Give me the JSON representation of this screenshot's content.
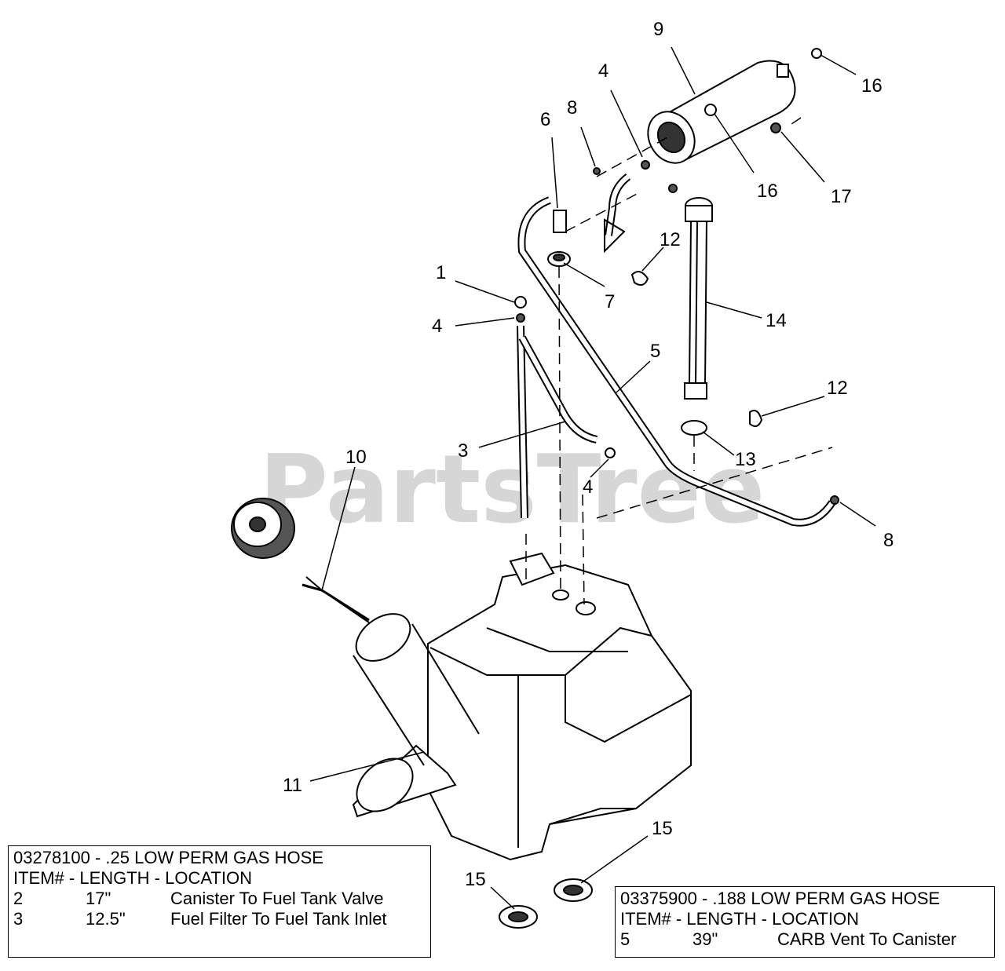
{
  "watermark": "PartsTree",
  "callouts": [
    "9",
    "4",
    "8",
    "6",
    "16",
    "16",
    "17",
    "12",
    "1",
    "7",
    "4",
    "14",
    "5",
    "12",
    "3",
    "10",
    "13",
    "4",
    "8",
    "11",
    "15",
    "15"
  ],
  "hose_table_1": {
    "title": "03278100 - .25 LOW PERM GAS HOSE",
    "header": "ITEM# - LENGTH - LOCATION",
    "rows": [
      {
        "item": "2",
        "length": "17\"",
        "location": "Canister To Fuel Tank Valve"
      },
      {
        "item": "3",
        "length": "12.5\"",
        "location": "Fuel Filter To Fuel Tank Inlet"
      }
    ]
  },
  "hose_table_2": {
    "title": "03375900 - .188 LOW PERM GAS HOSE",
    "header": "ITEM# - LENGTH - LOCATION",
    "rows": [
      {
        "item": "5",
        "length": "39\"",
        "location": "CARB Vent To Canister"
      }
    ]
  }
}
